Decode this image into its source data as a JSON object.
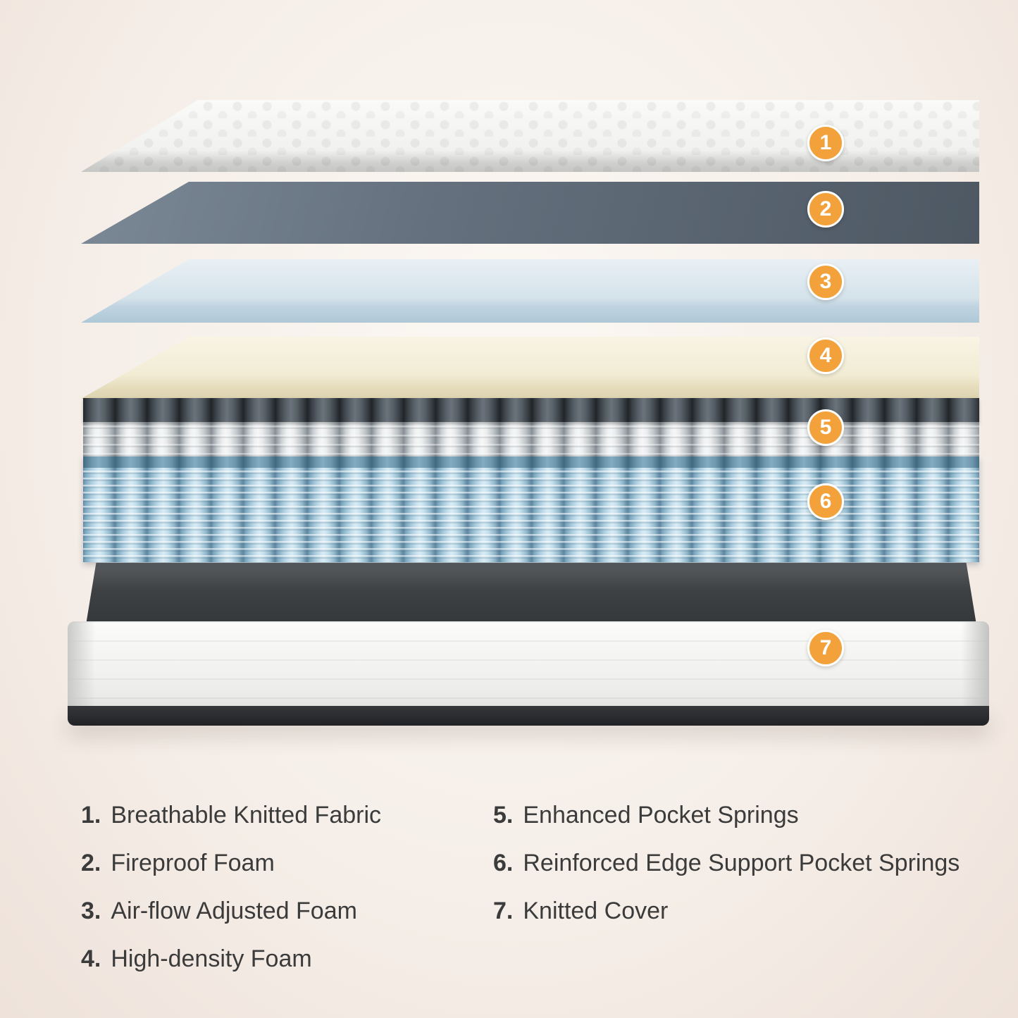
{
  "badge_color": "#F3A23B",
  "layers": [
    {
      "num": "1",
      "name": "Breathable Knitted Fabric"
    },
    {
      "num": "2",
      "name": "Fireproof Foam"
    },
    {
      "num": "3",
      "name": "Air-flow Adjusted Foam"
    },
    {
      "num": "4",
      "name": "High-density Foam"
    },
    {
      "num": "5",
      "name": "Enhanced Pocket Springs"
    },
    {
      "num": "6",
      "name": "Reinforced Edge Support Pocket Springs"
    },
    {
      "num": "7",
      "name": "Knitted Cover"
    }
  ],
  "legend": {
    "left": [
      {
        "num": "1.",
        "text": "Breathable Knitted Fabric"
      },
      {
        "num": "2.",
        "text": "Fireproof Foam"
      },
      {
        "num": "3.",
        "text": "Air-flow Adjusted Foam"
      },
      {
        "num": "4.",
        "text": "High-density Foam"
      }
    ],
    "right": [
      {
        "num": "5.",
        "text": "Enhanced Pocket Springs"
      },
      {
        "num": "6.",
        "text": "Reinforced Edge Support Pocket Springs"
      },
      {
        "num": "7.",
        "text": "Knitted Cover"
      }
    ]
  }
}
